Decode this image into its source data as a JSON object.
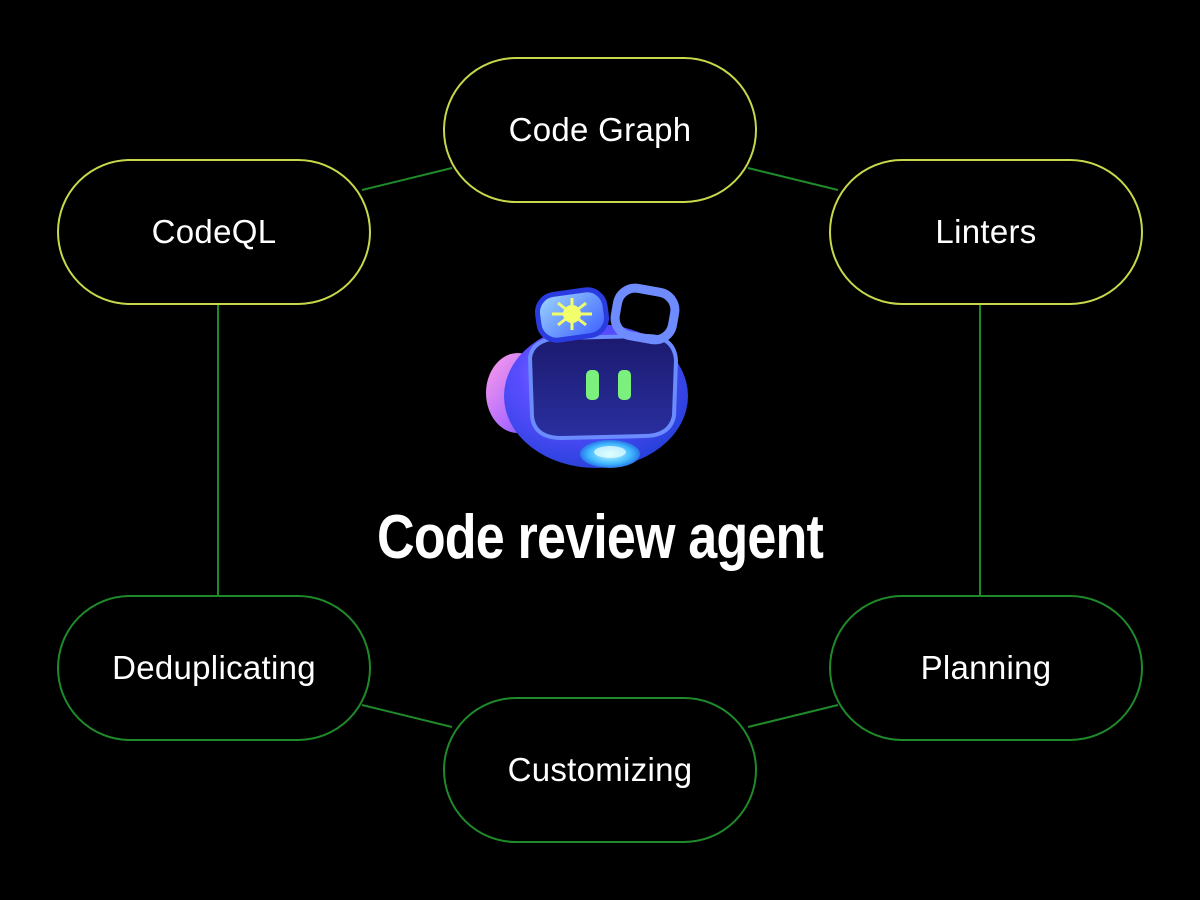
{
  "diagram": {
    "title": "Code review agent",
    "nodes": [
      {
        "id": "code-graph",
        "label": "Code Graph",
        "accent": true
      },
      {
        "id": "codeql",
        "label": "CodeQL",
        "accent": true
      },
      {
        "id": "linters",
        "label": "Linters",
        "accent": true
      },
      {
        "id": "deduplicating",
        "label": "Deduplicating",
        "accent": false
      },
      {
        "id": "planning",
        "label": "Planning",
        "accent": false
      },
      {
        "id": "customizing",
        "label": "Customizing",
        "accent": false
      }
    ],
    "edges": [
      [
        "codeql",
        "code-graph"
      ],
      [
        "code-graph",
        "linters"
      ],
      [
        "codeql",
        "deduplicating"
      ],
      [
        "linters",
        "planning"
      ],
      [
        "deduplicating",
        "customizing"
      ],
      [
        "customizing",
        "planning"
      ]
    ],
    "colors": {
      "background": "#000000",
      "edge": "#1f8a2a",
      "node_border": "#1f8a2a",
      "node_border_accent": "#c8d84a",
      "text": "#ffffff"
    },
    "mascot_icon": "robot-mascot-icon"
  }
}
